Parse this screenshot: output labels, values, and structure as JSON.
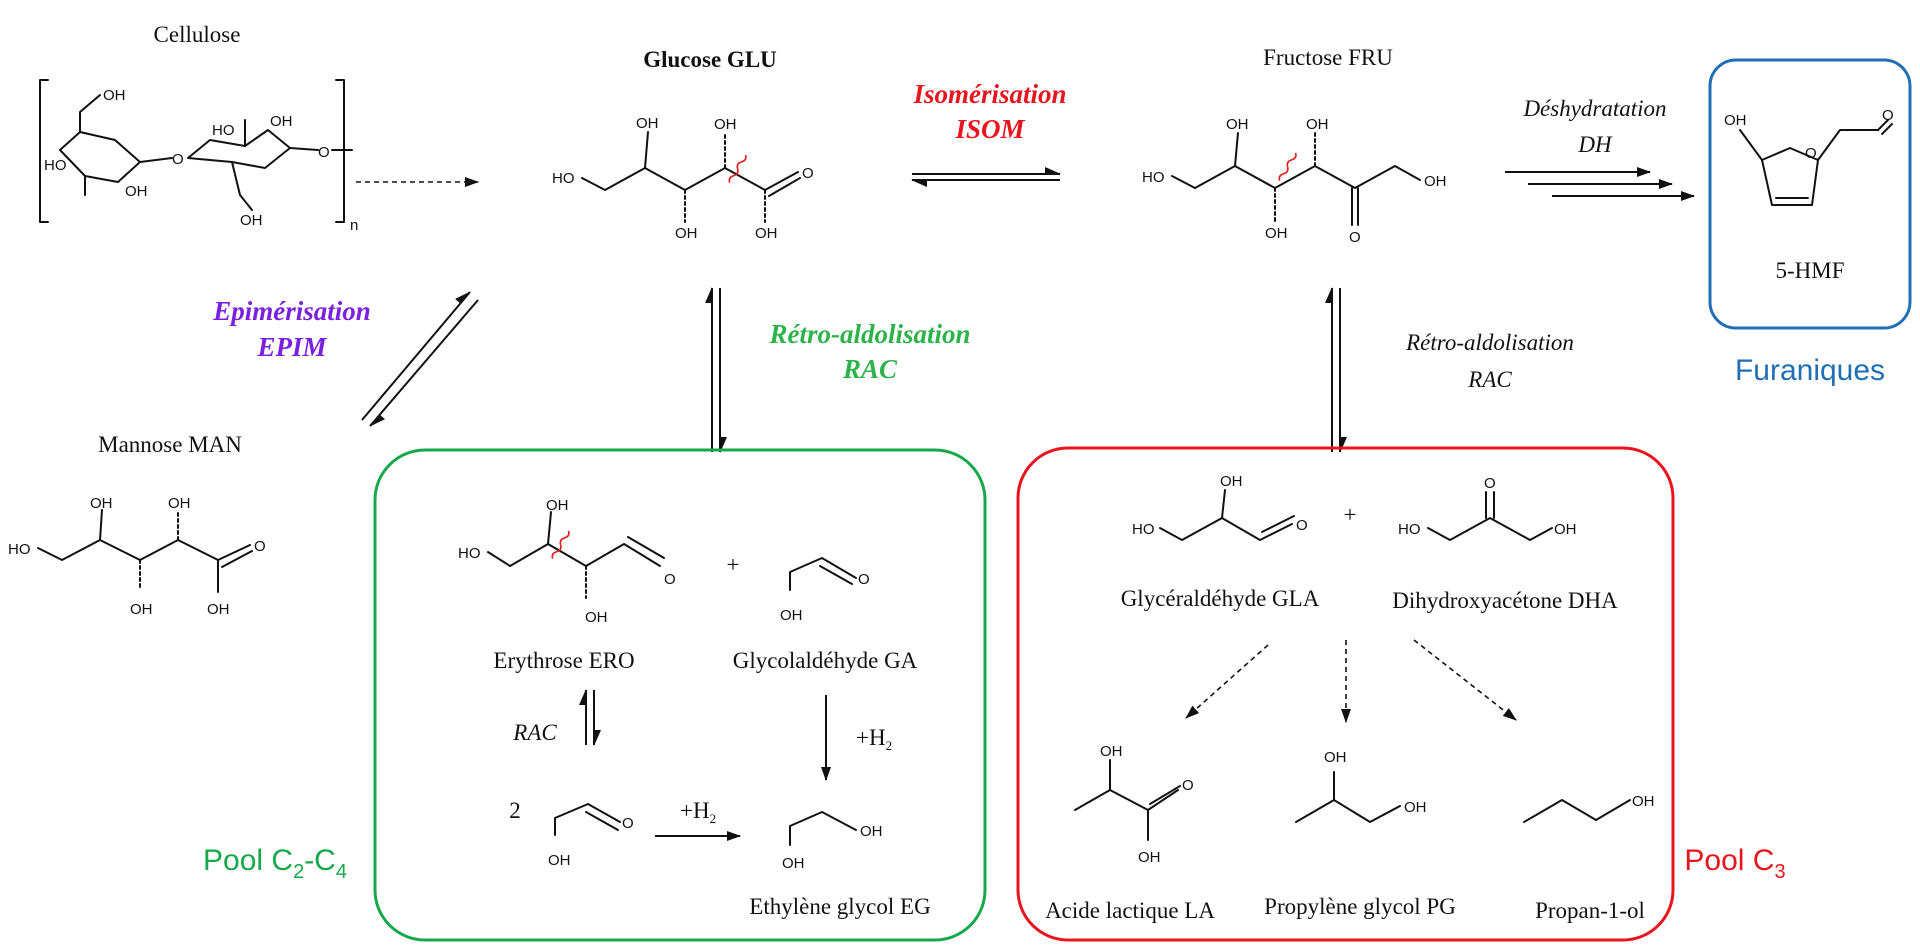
{
  "colors": {
    "epim": "#7b1fe0",
    "isom": "#e8141e",
    "rac_green": "#2eb34a",
    "pool_c2c4": "#16a84a",
    "pool_c3": "#e8141e",
    "furan": "#1f6fb5",
    "text": "#111111"
  },
  "labels": {
    "cellulose": "Cellulose",
    "cellulose_subscript": "n",
    "glucose": "Glucose GLU",
    "fructose": "Fructose FRU",
    "hmf": "5-HMF",
    "mannose": "Mannose MAN",
    "erythrose": "Erythrose ERO",
    "glycolaldehyde": "Glycolaldéhyde GA",
    "ethylene_glycol": "Ethylène glycol EG",
    "glyceraldehyde": "Glycéraldéhyde GLA",
    "dha": "Dihydroxyacétone DHA",
    "lactic_acid": "Acide lactique LA",
    "propylene_glycol": "Propylène glycol PG",
    "propanol": "Propan-1-ol"
  },
  "reactions": {
    "isom_line1": "Isomérisation",
    "isom_line2": "ISOM",
    "dh_line1": "Déshydratation",
    "dh_line2": "DH",
    "epim_line1": "Epimérisation",
    "epim_line2": "EPIM",
    "rac_glu_line1": "Rétro-aldolisation",
    "rac_glu_line2": "RAC",
    "rac_fru_line1": "Rétro-aldolisation",
    "rac_fru_line2": "RAC",
    "rac_ero": "RAC",
    "h2_a": "+H",
    "h2_b": "+H",
    "h2_sub": "2",
    "plus": "+",
    "two": "2"
  },
  "pools": {
    "furan": "Furaniques",
    "c2c4_prefix": "Pool C",
    "c2c4_sub1": "2",
    "c2c4_dash": "-C",
    "c2c4_sub2": "4",
    "c3_prefix": "Pool C",
    "c3_sub": "3"
  },
  "atoms": {
    "oh": "OH",
    "ho": "HO",
    "o": "O"
  }
}
